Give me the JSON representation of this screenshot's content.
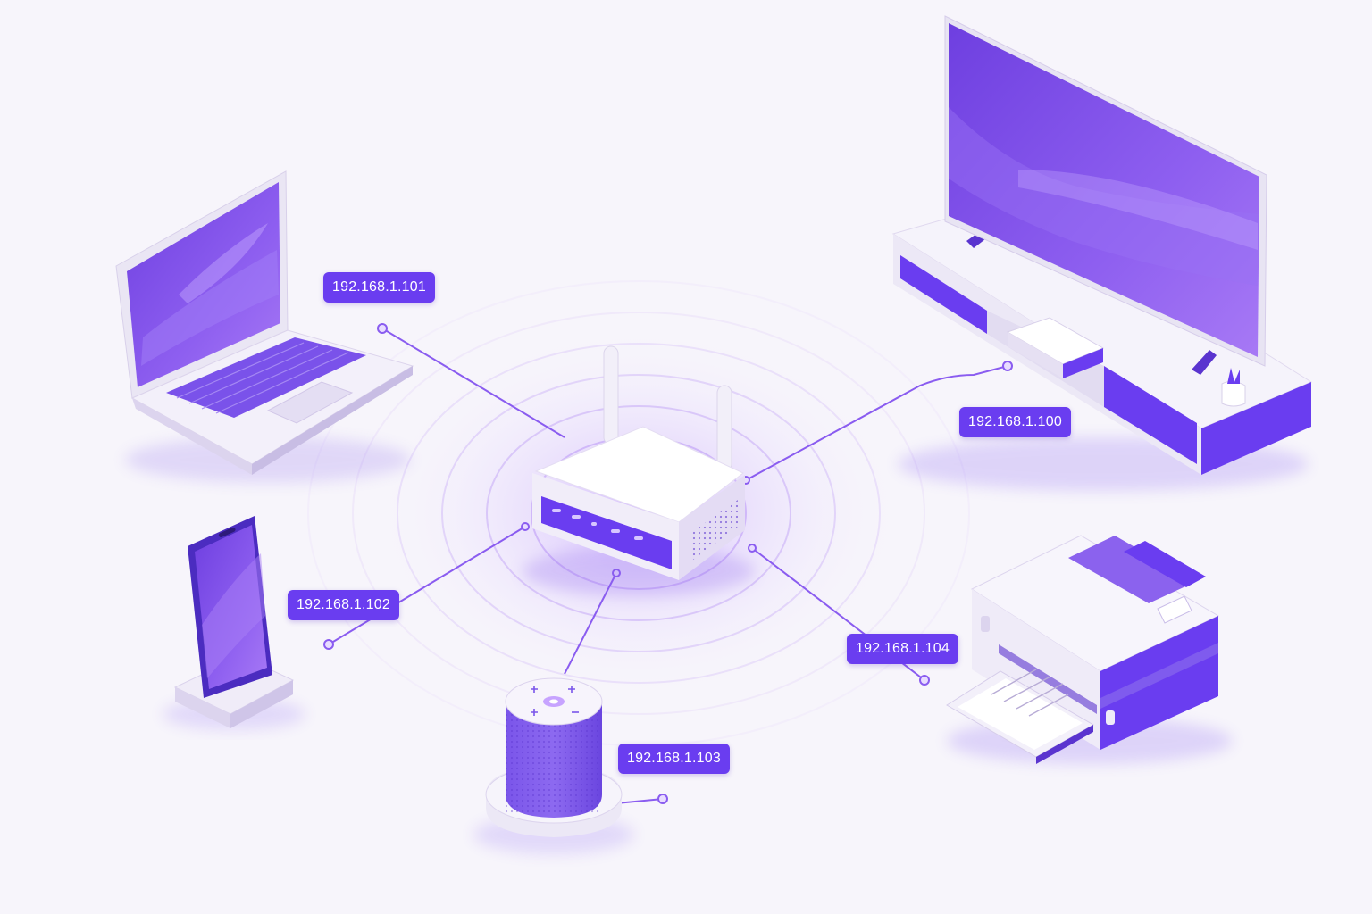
{
  "colors": {
    "accent": "#6a3df0",
    "accent_dark": "#5430d0",
    "accent_light": "#9b7df5",
    "screen": "#7c4fe8",
    "device_white": "#ffffff",
    "device_gray": "#e7e3f2",
    "background": "#f7f5fb",
    "glow": "#b796f3"
  },
  "labels": {
    "laptop": "192.168.1.101",
    "tv": "192.168.1.100",
    "phone": "192.168.1.102",
    "printer": "192.168.1.104",
    "speaker": "192.168.1.103"
  },
  "icons": {
    "hub": "router-icon",
    "laptop": "laptop-icon",
    "tv": "tv-icon",
    "phone": "smartphone-icon",
    "speaker": "smart-speaker-icon",
    "printer": "printer-icon"
  }
}
